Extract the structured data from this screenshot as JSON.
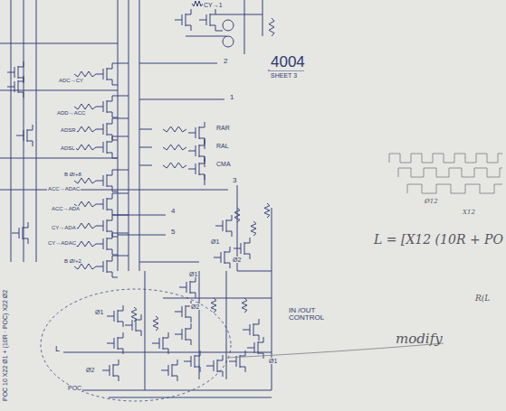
{
  "diagram": {
    "title": "4004",
    "labels": [
      "CY→1",
      "SHEET 3",
      "2",
      "ADC→CY",
      "1",
      "ADD→ACC",
      "RAR",
      "ADSR",
      "RAL",
      "ADSL",
      "CMA",
      "B Ø/+8",
      "ACC→ADAC",
      "3",
      "ACC→ADA",
      "4",
      "CY→ADA",
      "5",
      "CY→ADAC",
      "B Ø/+2",
      "IN /OUT CONTROL",
      "L",
      "POC",
      "Ø1",
      "Ø2",
      "Ø1",
      "Ø2",
      "Ø1",
      "Ø2",
      "Ø1",
      "L = [X12 (10R + PO",
      "R(L",
      "modify",
      "POC 10 X22 Ø1 + (10R · POC) X22 Ø2",
      "Ø12",
      "X12"
    ]
  }
}
